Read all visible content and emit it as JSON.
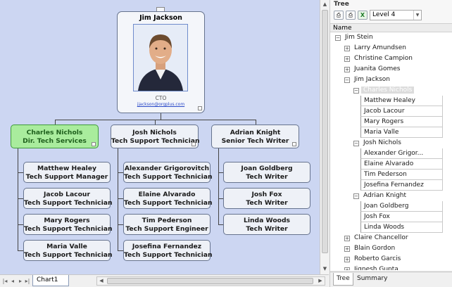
{
  "chart": {
    "root": {
      "name": "Jim Jackson",
      "title": "CTO",
      "email": "jjackson@orgplus.com"
    },
    "managers": [
      {
        "id": "charles",
        "name": "Charles Nichols",
        "title": "Dir. Tech Services",
        "selected": true,
        "reports": [
          {
            "name": "Matthew Healey",
            "title": "Tech Support Manager"
          },
          {
            "name": "Jacob Lacour",
            "title": "Tech Support Technician"
          },
          {
            "name": "Mary Rogers",
            "title": "Tech Support Technician"
          },
          {
            "name": "Maria Valle",
            "title": "Tech Support Technician"
          }
        ]
      },
      {
        "id": "josh",
        "name": "Josh Nichols",
        "title": "Tech Support Technician",
        "selected": false,
        "reports": [
          {
            "name": "Alexander Grigorovitch",
            "title": "Tech Support Technician"
          },
          {
            "name": "Elaine Alvarado",
            "title": "Tech Support Technician"
          },
          {
            "name": "Tim Pederson",
            "title": "Tech Support Engineer"
          },
          {
            "name": "Josefina Fernandez",
            "title": "Tech Support Technician"
          }
        ]
      },
      {
        "id": "adrian",
        "name": "Adrian Knight",
        "title": "Senior Tech Writer",
        "selected": false,
        "reports": [
          {
            "name": "Joan Goldberg",
            "title": "Tech Writer"
          },
          {
            "name": "Josh Fox",
            "title": "Tech Writer"
          },
          {
            "name": "Linda Woods",
            "title": "Tech Writer"
          }
        ]
      }
    ]
  },
  "bottom": {
    "sheet_tab": "Chart1"
  },
  "panel": {
    "title": "Tree",
    "level": "Level 4",
    "column_header": "Name",
    "tabs": [
      "Tree",
      "Summary"
    ],
    "tree": [
      {
        "label": "Jim  Stein",
        "depth": 0,
        "exp": "-"
      },
      {
        "label": "Larry  Amundsen",
        "depth": 1,
        "exp": "+"
      },
      {
        "label": "Christine  Campion",
        "depth": 1,
        "exp": "+"
      },
      {
        "label": "Juanita  Gomes",
        "depth": 1,
        "exp": "+"
      },
      {
        "label": "Jim  Jackson",
        "depth": 1,
        "exp": "-"
      },
      {
        "label": "Charles  Nichols",
        "depth": 2,
        "exp": "-",
        "selected": true
      },
      {
        "label": "Matthew  Healey",
        "depth": 3,
        "exp": ""
      },
      {
        "label": "Jacob  Lacour",
        "depth": 3,
        "exp": ""
      },
      {
        "label": "Mary  Rogers",
        "depth": 3,
        "exp": ""
      },
      {
        "label": "Maria  Valle",
        "depth": 3,
        "exp": ""
      },
      {
        "label": "Josh  Nichols",
        "depth": 2,
        "exp": "-"
      },
      {
        "label": "Alexander  Grigor...",
        "depth": 3,
        "exp": ""
      },
      {
        "label": "Elaine  Alvarado",
        "depth": 3,
        "exp": ""
      },
      {
        "label": "Tim  Pederson",
        "depth": 3,
        "exp": ""
      },
      {
        "label": "Josefina  Fernandez",
        "depth": 3,
        "exp": ""
      },
      {
        "label": "Adrian  Knight",
        "depth": 2,
        "exp": "-"
      },
      {
        "label": "Joan  Goldberg",
        "depth": 3,
        "exp": ""
      },
      {
        "label": "Josh  Fox",
        "depth": 3,
        "exp": ""
      },
      {
        "label": "Linda  Woods",
        "depth": 3,
        "exp": ""
      },
      {
        "label": "Claire  Chancellor",
        "depth": 1,
        "exp": "+"
      },
      {
        "label": "Blain Gordon",
        "depth": 1,
        "exp": "+"
      },
      {
        "label": "Roberto  Garcis",
        "depth": 1,
        "exp": "+"
      },
      {
        "label": "Jignesh  Gupta",
        "depth": 1,
        "exp": "+"
      }
    ]
  }
}
